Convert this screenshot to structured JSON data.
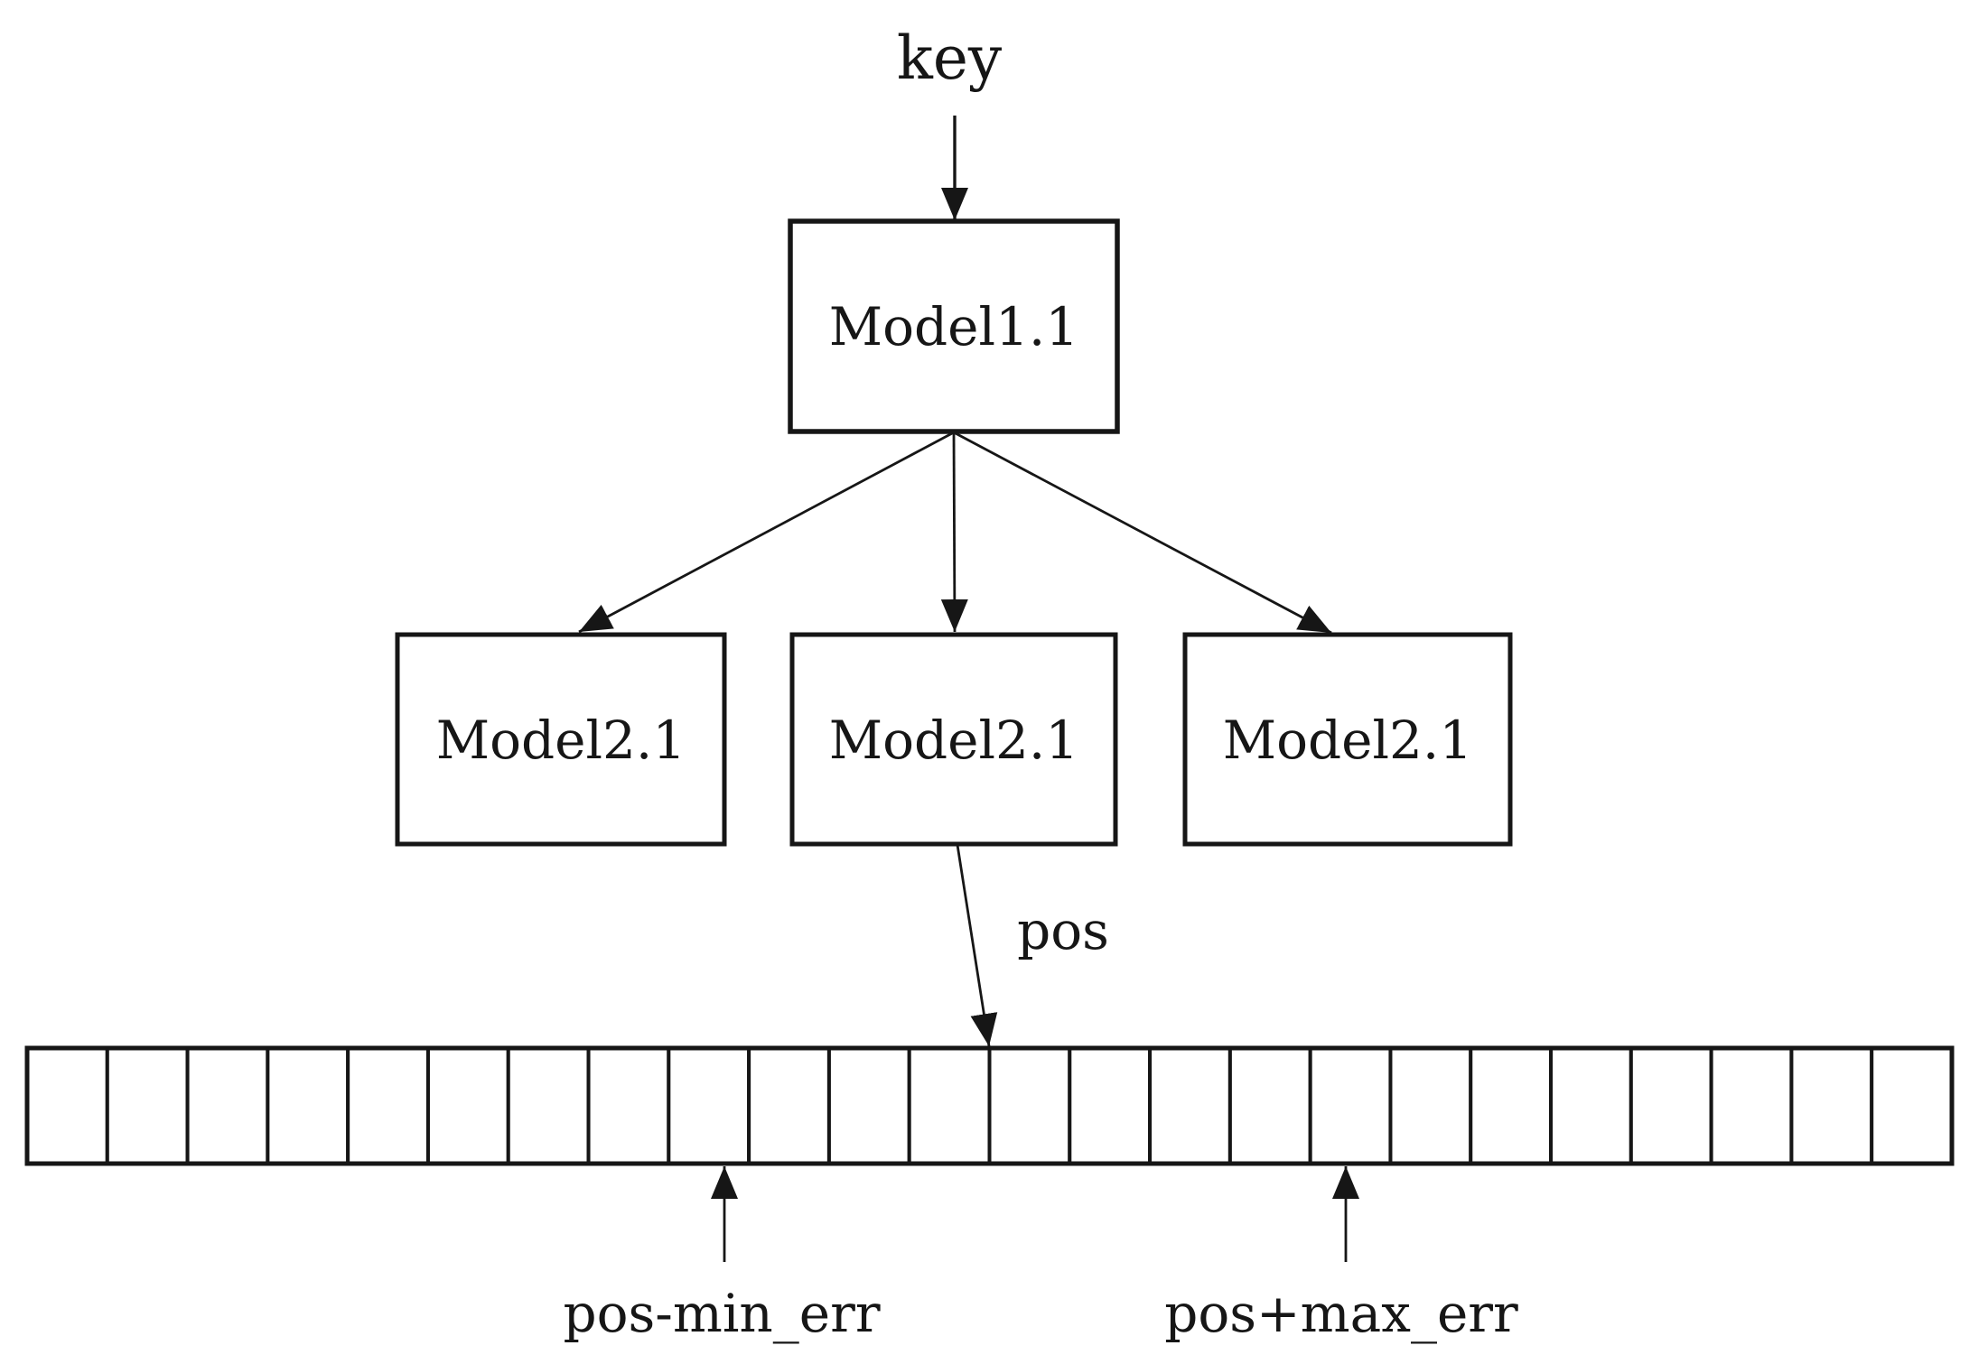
{
  "diagram": {
    "colors": {
      "background": "#ffffff",
      "line": "#161616"
    },
    "input_label": "key",
    "root_node": {
      "label": "Model1.1"
    },
    "child_nodes": [
      {
        "label": "Model2.1"
      },
      {
        "label": "Model2.1"
      },
      {
        "label": "Model2.1"
      }
    ],
    "output_arrow_label": "pos",
    "array": {
      "cell_count": 24
    },
    "search_range": {
      "lower_label": "pos-min_err",
      "upper_label": "pos+max_err"
    }
  }
}
